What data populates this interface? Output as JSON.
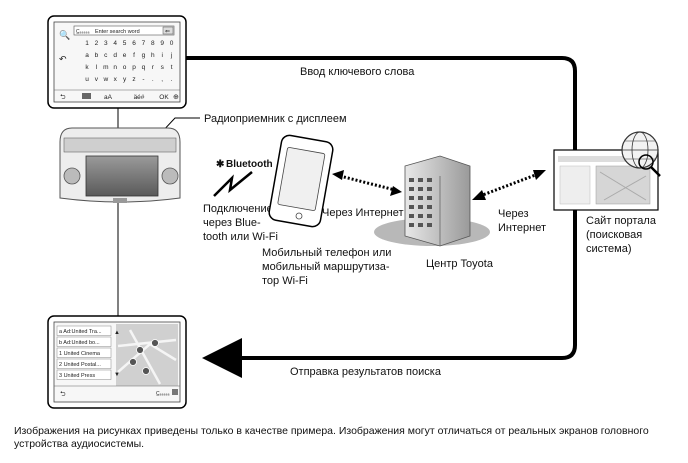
{
  "labels": {
    "radio_display": "Радиоприемник с дисплеем",
    "keyword_input": "Ввод ключевого слова",
    "bluetooth": "Bluetooth",
    "bt_connection": [
      "Подключение",
      "через Blue-",
      "tooth или Wi-Fi"
    ],
    "via_internet_left": "Через Интернет",
    "phone": [
      "Мобильный телефон или",
      "мобильный маршрутиза-",
      "тор Wi-Fi"
    ],
    "toyota_center": "Центр Toyota",
    "via_internet_right": [
      "Через",
      "Интернет"
    ],
    "portal": [
      "Сайт портала",
      "(поисковая",
      "система)"
    ],
    "results": "Отправка результатов поиска"
  },
  "keyboard_screen": {
    "placeholder": "Enter search word",
    "rows": [
      [
        "1",
        "2",
        "3",
        "4",
        "5",
        "6",
        "7",
        "8",
        "9",
        "0"
      ],
      [
        "a",
        "b",
        "c",
        "d",
        "e",
        "f",
        "g",
        "h",
        "i",
        "j"
      ],
      [
        "k",
        "l",
        "m",
        "n",
        "o",
        "p",
        "q",
        "r",
        "s",
        "t"
      ],
      [
        "u",
        "v",
        "w",
        "x",
        "y",
        "z",
        "-",
        ".",
        ",",
        "."
      ]
    ],
    "bottom_keys": [
      "aA",
      "äé#",
      "OK"
    ]
  },
  "results_screen": {
    "items": [
      "a Ad:United Tra...",
      "b Ad:United bo...",
      "1 United Cinema",
      "2 United Postal...",
      "3 United Press"
    ]
  },
  "note": "Изображения на рисунках приведены только в качестве примера. Изображения могут отличаться от реальных экранов головного устройства аудиосистемы."
}
